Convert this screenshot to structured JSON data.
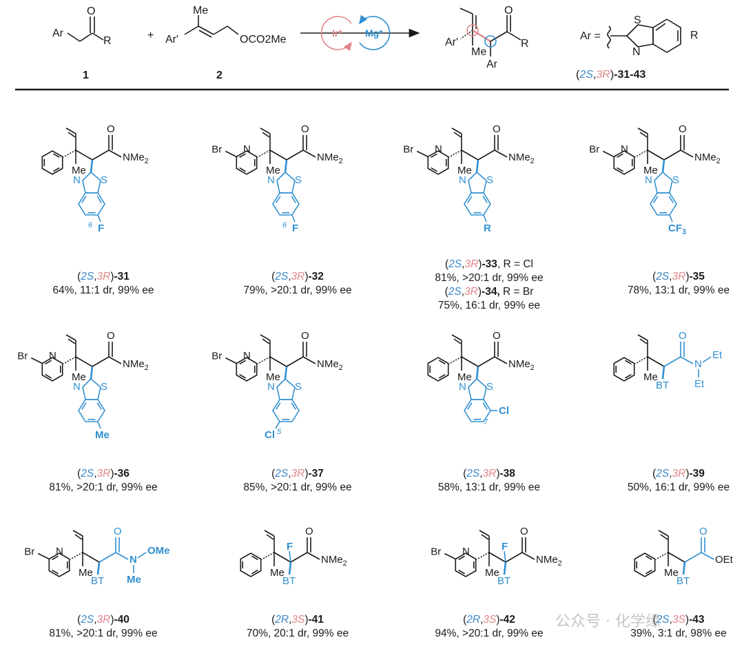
{
  "colors": {
    "blue": "#2f8fd0",
    "red": "#e0868a",
    "black": "#1a1a1a"
  },
  "scheme": {
    "sm1_ar": "Ar",
    "sm1_r": "R",
    "sm1_o": "O",
    "sm1_num": "1",
    "plus": "+",
    "sm2_me": "Me",
    "sm2_ar": "Ar'",
    "sm2_leaving": "OCO2Me",
    "sm2_num": "2",
    "cat_ir": "Ir*",
    "cat_mg": "Mg*",
    "prod_ar1": "Ar'",
    "prod_me": "Me",
    "prod_ar": "Ar",
    "prod_r": "R",
    "prod_o": "O",
    "ar_eq": "Ar =",
    "ar_r": "R",
    "ar_s": "S",
    "ar_n": "N",
    "prod_label": {
      "s": "2S",
      "sep": ",",
      "r": "3R",
      "num": "-31-43"
    }
  },
  "compounds": [
    {
      "id": "31",
      "s": "2S",
      "r": "3R",
      "num": "-31",
      "lines": [
        "64%, 11:1 dr, 99% ee"
      ]
    },
    {
      "id": "32",
      "s": "2S",
      "r": "3R",
      "num": "-32",
      "lines": [
        "79%, >20:1 dr, 99% ee"
      ]
    },
    {
      "id": "33",
      "s": "2S",
      "r": "3R",
      "num": "-33",
      "suffix": ", R = Cl",
      "lines": [
        "81%, >20:1 dr, 99% ee"
      ],
      "extra": {
        "s": "2S",
        "r": "3R",
        "num": "-34,",
        "suffix": " R = Br",
        "line": "75%, 16:1 dr, 99% ee"
      }
    },
    {
      "id": "35",
      "s": "2S",
      "r": "3R",
      "num": "-35",
      "lines": [
        "78%, 13:1 dr, 99% ee"
      ]
    },
    {
      "id": "36",
      "s": "2S",
      "r": "3R",
      "num": "-36",
      "lines": [
        "81%, >20:1 dr, 99% ee"
      ]
    },
    {
      "id": "37",
      "s": "2S",
      "r": "3R",
      "num": "-37",
      "lines": [
        "85%, >20:1 dr, 99% ee"
      ]
    },
    {
      "id": "38",
      "s": "2S",
      "r": "3R",
      "num": "-38",
      "lines": [
        "58%, 13:1 dr, 99% ee"
      ]
    },
    {
      "id": "39",
      "s": "2S",
      "r": "3R",
      "num": "-39",
      "lines": [
        "50%, 16:1 dr, 99% ee"
      ]
    },
    {
      "id": "40",
      "s": "2S",
      "r": "3R",
      "num": "-40",
      "lines": [
        "81%, >20:1 dr, 99% ee"
      ]
    },
    {
      "id": "41",
      "s": "2R",
      "r": "3S",
      "num": "-41",
      "lines": [
        "70%, 20:1 dr, 99% ee"
      ]
    },
    {
      "id": "42",
      "s": "2R",
      "r": "3S",
      "num": "-42",
      "lines": [
        "94%, >20:1 dr, 99% ee"
      ]
    },
    {
      "id": "43",
      "s": "2S",
      "r": "3S",
      "num": "-43",
      "lines": [
        "39%, 3:1 dr, 98% ee"
      ]
    }
  ],
  "atoms": {
    "me": "Me",
    "o": "O",
    "n": "N",
    "s": "S",
    "f": "F",
    "cl": "Cl",
    "br": "Br",
    "r": "R",
    "nme2": "NMe2",
    "bt": "BT",
    "et": "Et",
    "ome": "OMe",
    "oet": "OEt",
    "cf3": "CF3",
    "num6": "6",
    "num5": "5",
    "num7": "7"
  },
  "watermark": "公众号 · 化学缘"
}
